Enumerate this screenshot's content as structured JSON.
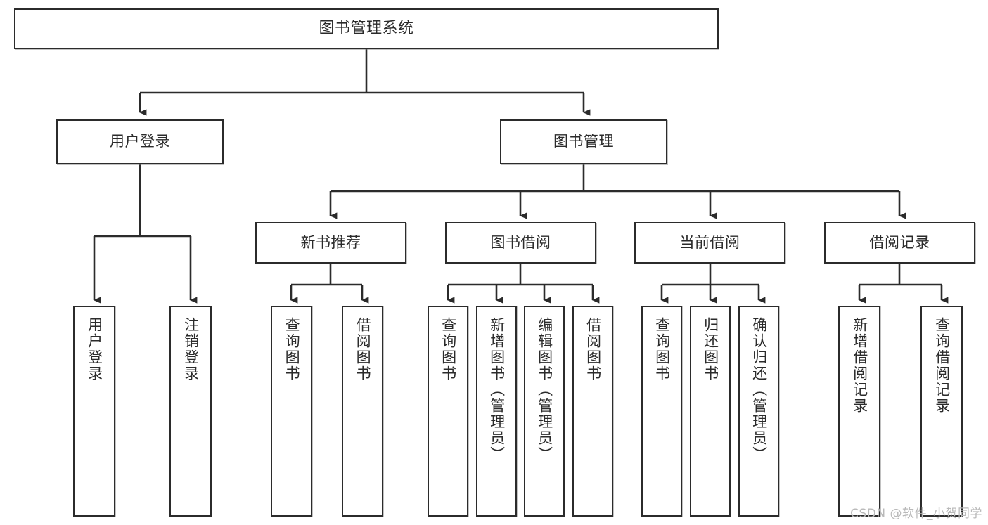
{
  "diagram": {
    "type": "tree-hierarchy",
    "orientation": "top-down",
    "title": "图书管理系统",
    "edge_style": "orthogonal-with-arrowheads",
    "colors": {
      "node_border": "#2b2b2b",
      "node_fill": "#ffffff",
      "edge": "#2b2b2b",
      "text": "#2b2b2b",
      "watermark": "#b9b9b9",
      "background": "#ffffff"
    },
    "watermark": "CSDN @软件_小贺同学",
    "levels": [
      {
        "level": 1,
        "nodes": [
          {
            "id": "root",
            "label": "图书管理系统",
            "orientation": "horizontal"
          }
        ]
      },
      {
        "level": 2,
        "nodes": [
          {
            "id": "login",
            "label": "用户登录",
            "orientation": "horizontal",
            "parent": "root"
          },
          {
            "id": "bookmgmt",
            "label": "图书管理",
            "orientation": "horizontal",
            "parent": "root"
          }
        ]
      },
      {
        "level": 3,
        "nodes": [
          {
            "id": "newbook",
            "label": "新书推荐",
            "orientation": "horizontal",
            "parent": "bookmgmt"
          },
          {
            "id": "borrow",
            "label": "图书借阅",
            "orientation": "horizontal",
            "parent": "bookmgmt"
          },
          {
            "id": "current",
            "label": "当前借阅",
            "orientation": "horizontal",
            "parent": "bookmgmt"
          },
          {
            "id": "records",
            "label": "借阅记录",
            "orientation": "horizontal",
            "parent": "bookmgmt"
          }
        ]
      },
      {
        "level": 4,
        "nodes": [
          {
            "id": "leaf1",
            "label": "用户登录",
            "orientation": "vertical",
            "parent": "login"
          },
          {
            "id": "leaf2",
            "label": "注销登录",
            "orientation": "vertical",
            "parent": "login"
          },
          {
            "id": "leaf3",
            "label": "查询图书",
            "orientation": "vertical",
            "parent": "newbook"
          },
          {
            "id": "leaf4",
            "label": "借阅图书",
            "orientation": "vertical",
            "parent": "newbook"
          },
          {
            "id": "leaf5",
            "label": "查询图书",
            "orientation": "vertical",
            "parent": "borrow"
          },
          {
            "id": "leaf6",
            "label": "新增图书（管理员）",
            "orientation": "vertical",
            "parent": "borrow"
          },
          {
            "id": "leaf7",
            "label": "编辑图书（管理员）",
            "orientation": "vertical",
            "parent": "borrow"
          },
          {
            "id": "leaf8",
            "label": "借阅图书",
            "orientation": "vertical",
            "parent": "borrow"
          },
          {
            "id": "leaf9",
            "label": "查询图书",
            "orientation": "vertical",
            "parent": "current"
          },
          {
            "id": "leaf10",
            "label": "归还图书",
            "orientation": "vertical",
            "parent": "current"
          },
          {
            "id": "leaf11",
            "label": "确认归还（管理员）",
            "orientation": "vertical",
            "parent": "current"
          },
          {
            "id": "leaf12",
            "label": "新增借阅记录",
            "orientation": "vertical",
            "parent": "records"
          },
          {
            "id": "leaf13",
            "label": "查询借阅记录",
            "orientation": "vertical",
            "parent": "records"
          }
        ]
      }
    ]
  }
}
